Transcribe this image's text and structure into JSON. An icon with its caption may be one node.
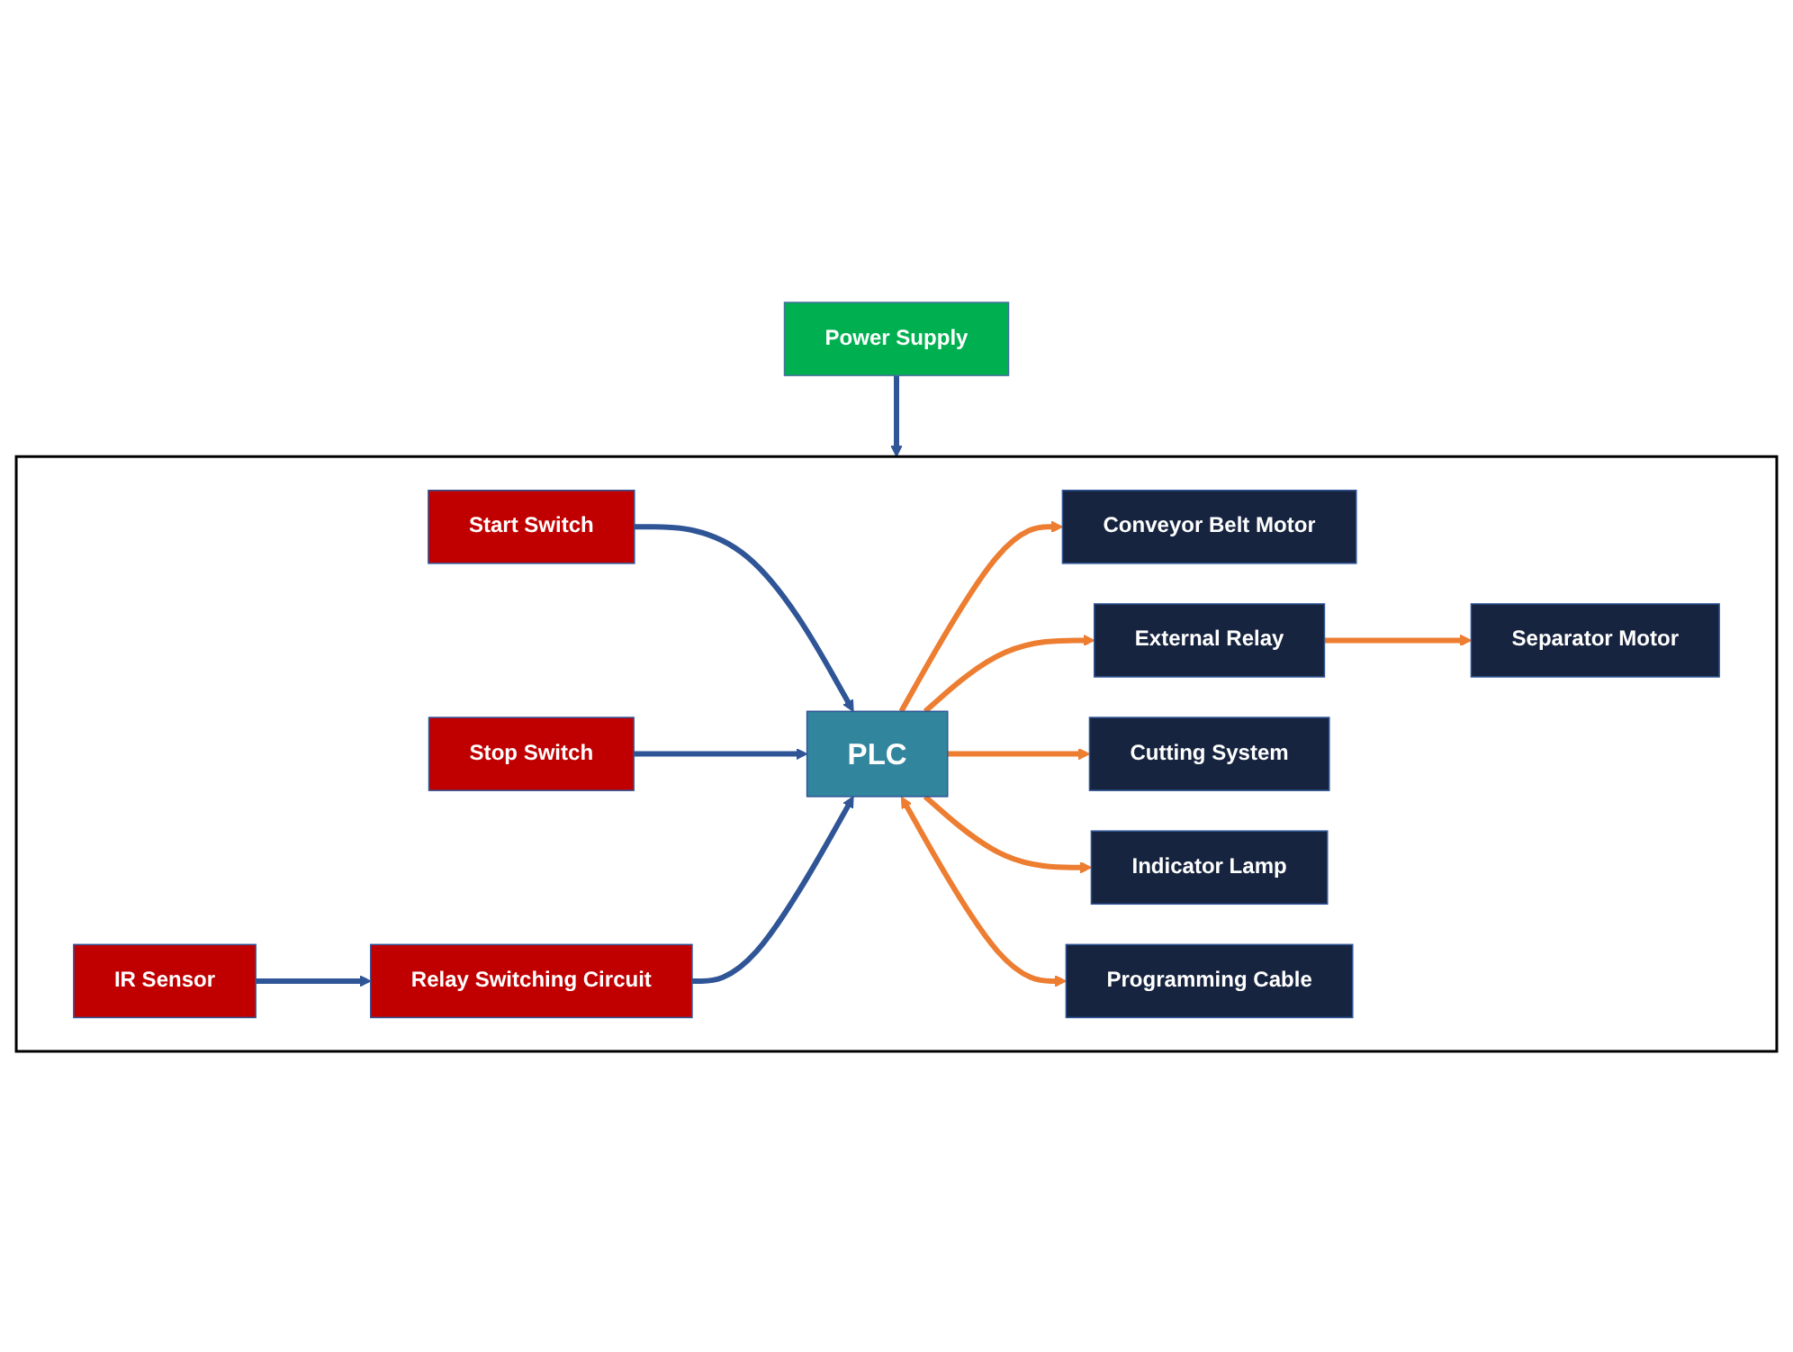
{
  "diagram": {
    "nodes": [
      {
        "text": [
          "Power Supply"
        ]
      },
      {
        "text": [],
        "shape": "box"
      },
      {
        "text": [
          "Start Switch"
        ],
        "in": 1
      },
      {
        "text": [
          "Stop Switch"
        ],
        "in": 1
      },
      {
        "text": [
          "Relay Switching Circuit"
        ],
        "in": 1
      },
      {
        "text": [
          "IR Sensor"
        ],
        "in": 1
      },
      {
        "text": [
          "PLC"
        ],
        "in": 1
      },
      {
        "text": [
          "Conveyor Belt Motor"
        ],
        "in": 1
      },
      {
        "text": [
          "External Relay"
        ],
        "in": 1
      },
      {
        "text": [
          "Separator Motor"
        ],
        "in": 1
      },
      {
        "text": [
          "Cutting System"
        ],
        "in": 1
      },
      {
        "text": [
          "Indicator Lamp"
        ],
        "in": 1
      },
      {
        "text": [
          "Programming Cable"
        ],
        "in": 1
      }
    ],
    "edges": [
      {
        "from": 0,
        "to": 1,
        "arrow": "to",
        "color": "#2f5597"
      },
      {
        "from": 2,
        "to": 6,
        "arrow": "to",
        "color": "#2f5597"
      },
      {
        "from": 3,
        "to": 6,
        "arrow": "to",
        "color": "#2f5597"
      },
      {
        "from": 4,
        "to": 6,
        "arrow": "to",
        "color": "#2f5597"
      },
      {
        "from": 5,
        "to": 4,
        "arrow": "to",
        "color": "#2f5597"
      },
      {
        "from": 6,
        "to": 7,
        "arrow": "to"
      },
      {
        "from": 6,
        "to": 8,
        "arrow": "to"
      },
      {
        "from": 8,
        "to": 9,
        "arrow": "to"
      },
      {
        "from": 6,
        "to": 10,
        "arrow": "to"
      },
      {
        "from": 6,
        "to": 11,
        "arrow": "to"
      },
      {
        "from": 6,
        "to": 12,
        "arrow": "both"
      }
    ]
  }
}
